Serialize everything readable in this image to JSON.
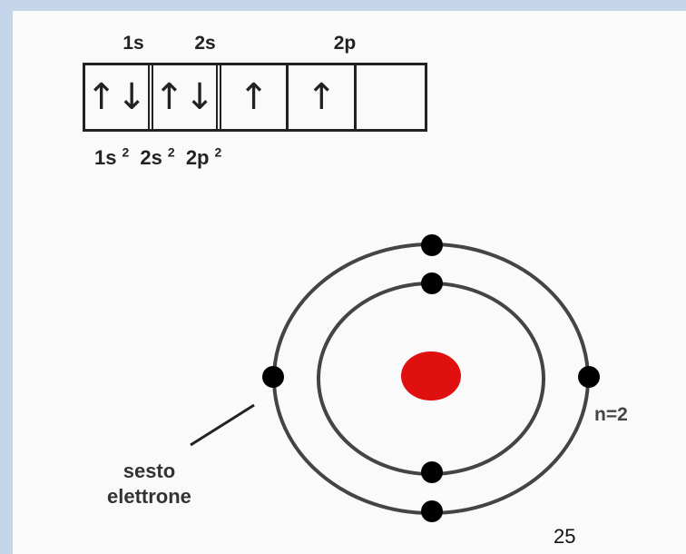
{
  "orbitals": {
    "labels": [
      "1s",
      "2s",
      "2p"
    ],
    "boxes": [
      "↑↓",
      "↑↓",
      "↑",
      "↑",
      ""
    ]
  },
  "configuration": {
    "terms": [
      {
        "base": "1s",
        "exp": "2"
      },
      {
        "base": "2s",
        "exp": "2"
      },
      {
        "base": "2p",
        "exp": "2"
      }
    ]
  },
  "atom": {
    "nucleus_color": "#e01010",
    "electron_color": "#000000",
    "shell_label": "n=2",
    "callout_line1": "sesto",
    "callout_line2": "elettrone"
  },
  "page_number": "25"
}
